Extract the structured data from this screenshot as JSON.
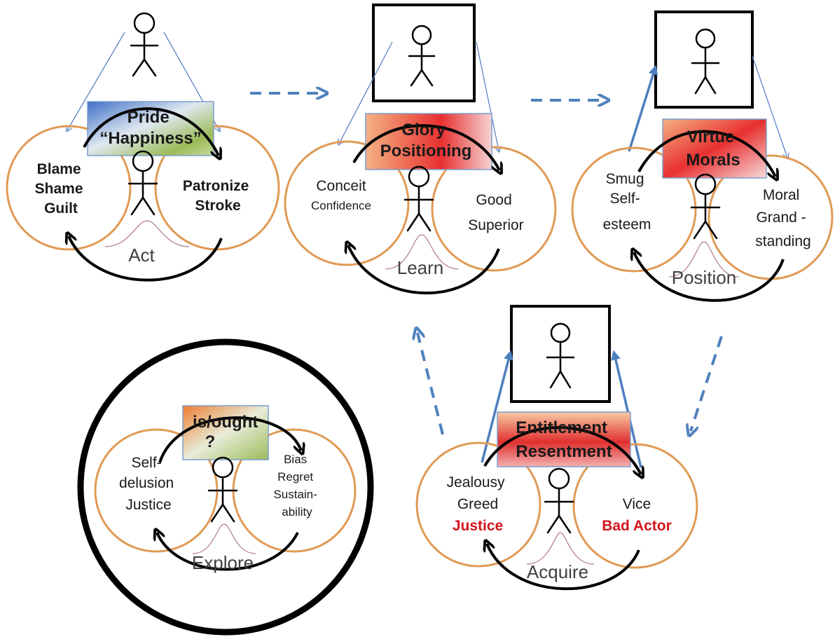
{
  "panels": {
    "act": {
      "box_label": [
        "Pride",
        "“Happiness”"
      ],
      "left": [
        "Blame",
        "Shame",
        "Guilt"
      ],
      "right": [
        "Patronize",
        "Stroke"
      ],
      "stage": "Act"
    },
    "learn": {
      "box_label": [
        "Glory",
        "Positioning"
      ],
      "left_main": "Conceit",
      "left_sub": "Confidence",
      "right": [
        "Good",
        "Superior"
      ],
      "stage": "Learn"
    },
    "position": {
      "box_label": [
        "Virtue",
        "Morals"
      ],
      "left": [
        "Smug",
        "Self-",
        "esteem"
      ],
      "right": [
        "Moral",
        "Grand -",
        "standing"
      ],
      "stage": "Position"
    },
    "acquire": {
      "box_label": [
        "Entitlement",
        "Resentment"
      ],
      "left": [
        "Jealousy",
        "Greed"
      ],
      "left_red": "Justice",
      "right": "Vice",
      "right_red": "Bad Actor",
      "stage": "Acquire"
    },
    "explore": {
      "box_label": [
        "is/ought",
        "?"
      ],
      "left": [
        "Self-",
        "delusion",
        "Justice"
      ],
      "right": [
        "Bias",
        "Regret",
        "Sustain-",
        "ability"
      ],
      "stage": "Explore"
    }
  },
  "colors": {
    "ring": "#e09a55",
    "dashed_arrow": "#4f81bd",
    "red_text": "#d4141c",
    "pride_box": [
      "#3f6fc6",
      "#9bbb59"
    ],
    "glory_box": [
      "#f4b183",
      "#e83030"
    ],
    "entitlement_box": [
      "#f8c9a2",
      "#e03030"
    ],
    "isought_box": [
      "#ed7d31",
      "#9bbb59"
    ]
  }
}
